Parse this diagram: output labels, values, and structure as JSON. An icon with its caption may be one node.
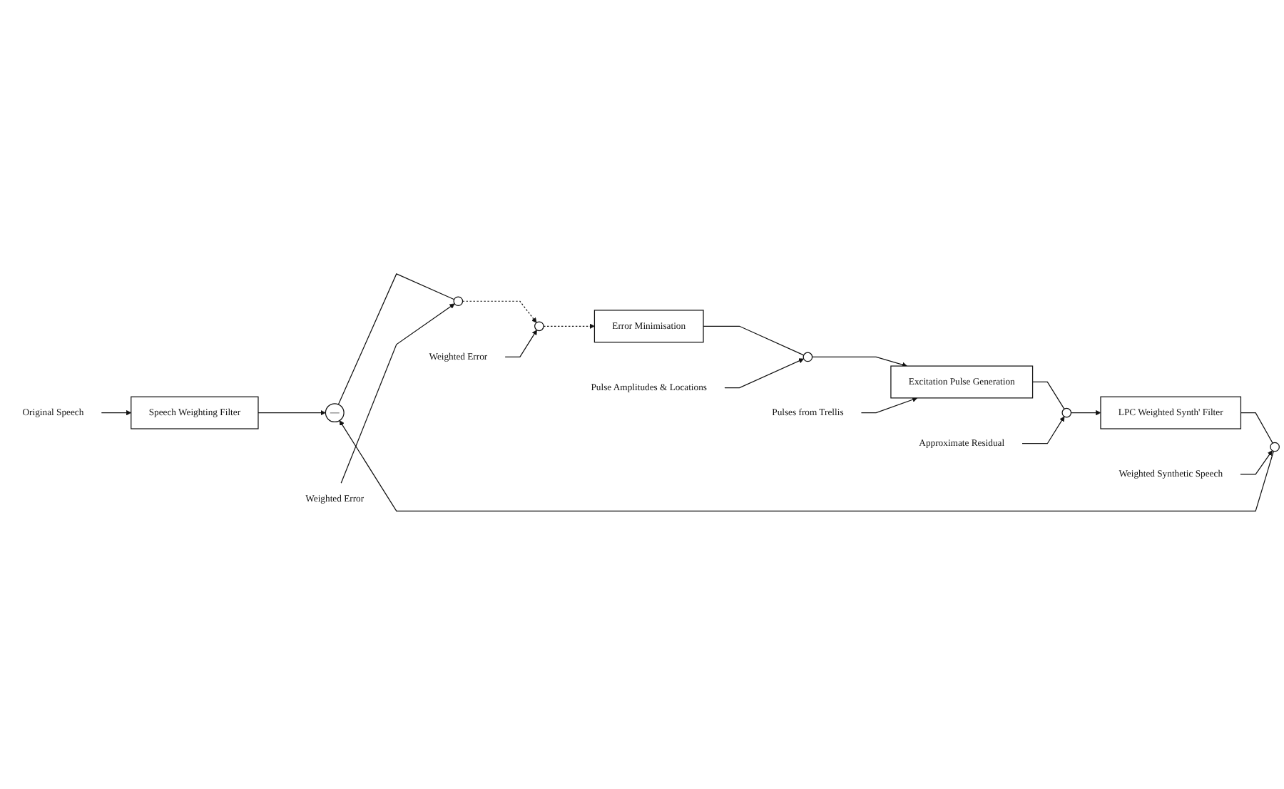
{
  "diagram": {
    "nodes": [
      {
        "text": [
          "Original Speech"
        ]
      },
      {
        "text": [
          "Speech Weighting Filter"
        ]
      },
      {
        "text": [
          "Pulse Amplitudes & Locations"
        ]
      },
      {
        "text": [
          "Approximate Residual"
        ]
      },
      {
        "text": [
          "Weighted Synthetic Speech"
        ]
      },
      {
        "text": [
          "Error Minimisation"
        ]
      },
      {
        "text": [],
        "shape": "circle"
      },
      {
        "text": [
          "Excitation Pulse Generation"
        ]
      },
      {
        "text": [],
        "shape": "circle"
      },
      {
        "text": [
          "LPC Weighted Synth' Filter"
        ]
      },
      {
        "text": [],
        "shape": "circle"
      },
      {
        "text": [
          "—"
        ]
      },
      {
        "text": [],
        "shape": "circle"
      },
      {
        "text": [
          "Weighted Error"
        ]
      },
      {
        "text": [
          "Weighted Error"
        ]
      },
      {
        "text": [],
        "shape": "circle"
      },
      {
        "text": [
          "Pulses from Trellis"
        ]
      }
    ],
    "edges": [
      {
        "from": 0,
        "to": 1,
        "arrow": "to"
      },
      {
        "from": 5,
        "to": 6,
        "arrow": "none"
      },
      {
        "from": 6,
        "to": 7,
        "arrow": "to"
      },
      {
        "from": 2,
        "to": 6,
        "arrow": "to"
      },
      {
        "from": 7,
        "to": 8,
        "arrow": "none"
      },
      {
        "from": 8,
        "to": 9,
        "arrow": "to"
      },
      {
        "from": 3,
        "to": 8,
        "arrow": "to"
      },
      {
        "from": 9,
        "to": 10,
        "arrow": "none"
      },
      {
        "from": 10,
        "to": 11,
        "arrow": "to"
      },
      {
        "from": 4,
        "to": 10,
        "arrow": "to"
      },
      {
        "from": 1,
        "to": 11,
        "arrow": "to"
      },
      {
        "from": 11,
        "to": 12,
        "arrow": "none"
      },
      {
        "from": 13,
        "to": 12,
        "arrow": "to"
      },
      {
        "from": 12,
        "to": 15,
        "arrow": "to",
        "style": "dashed"
      },
      {
        "from": 14,
        "to": 15,
        "arrow": "to"
      },
      {
        "from": 15,
        "to": 5,
        "arrow": "to",
        "style": "dashed"
      },
      {
        "from": 16,
        "to": 7,
        "arrow": "to"
      }
    ]
  }
}
